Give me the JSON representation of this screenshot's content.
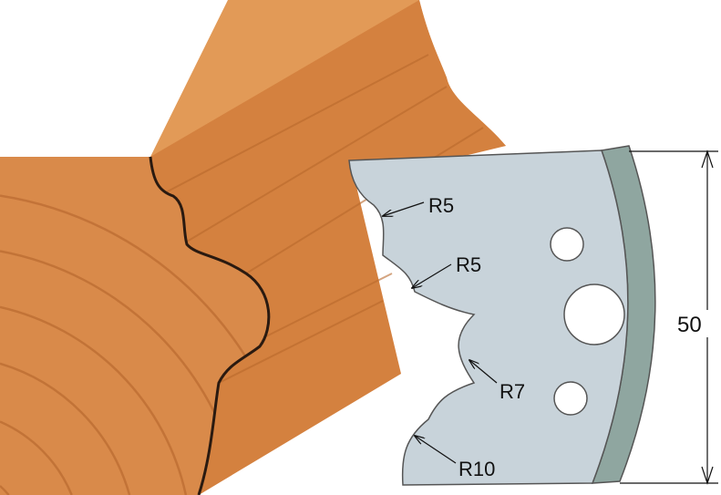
{
  "colors": {
    "wood_face": "#d98a4a",
    "wood_top": "#e7a05a",
    "wood_side": "#cf7d3c",
    "knife_face": "#c8d3da",
    "knife_edge": "#8fa6a0",
    "outline": "#2a1a10"
  },
  "radius_labels": [
    "R5",
    "R5",
    "R7",
    "R10"
  ],
  "dimension": {
    "value": "50"
  }
}
